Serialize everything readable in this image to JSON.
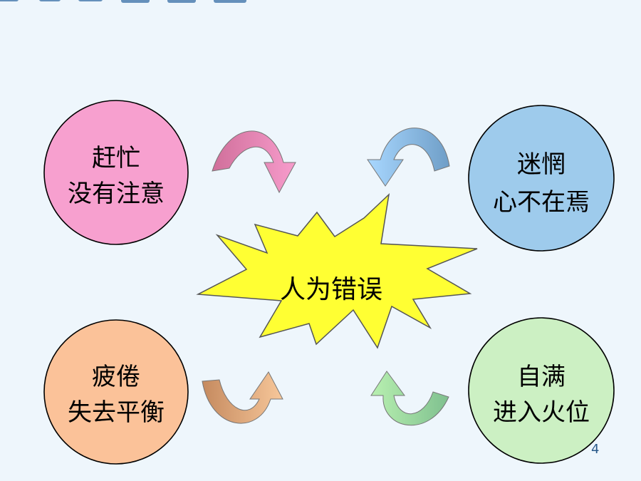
{
  "slide": {
    "page_number": "4"
  },
  "diagram": {
    "center": {
      "label": "人为错误",
      "fill": "#ffff33"
    },
    "nodes": [
      {
        "id": "top-left",
        "lines": [
          "赶忙",
          "没有注意"
        ],
        "fill": "#f7a0cf"
      },
      {
        "id": "top-right",
        "lines": [
          "迷惘",
          "心不在焉"
        ],
        "fill": "#9ecbec"
      },
      {
        "id": "bottom-left",
        "lines": [
          "疲倦",
          "失去平衡"
        ],
        "fill": "#fbc299"
      },
      {
        "id": "bottom-right",
        "lines": [
          "自满",
          "进入火位"
        ],
        "fill": "#ccf0c3"
      }
    ],
    "arrow_colors": {
      "top-left": [
        "#d06f9a",
        "#f79ccc"
      ],
      "top-right": [
        "#a8d7ff",
        "#6f9ec7"
      ],
      "bottom-left": [
        "#c58a5f",
        "#f7c79a"
      ],
      "bottom-right": [
        "#b8f0b0",
        "#7fc08f"
      ]
    }
  }
}
